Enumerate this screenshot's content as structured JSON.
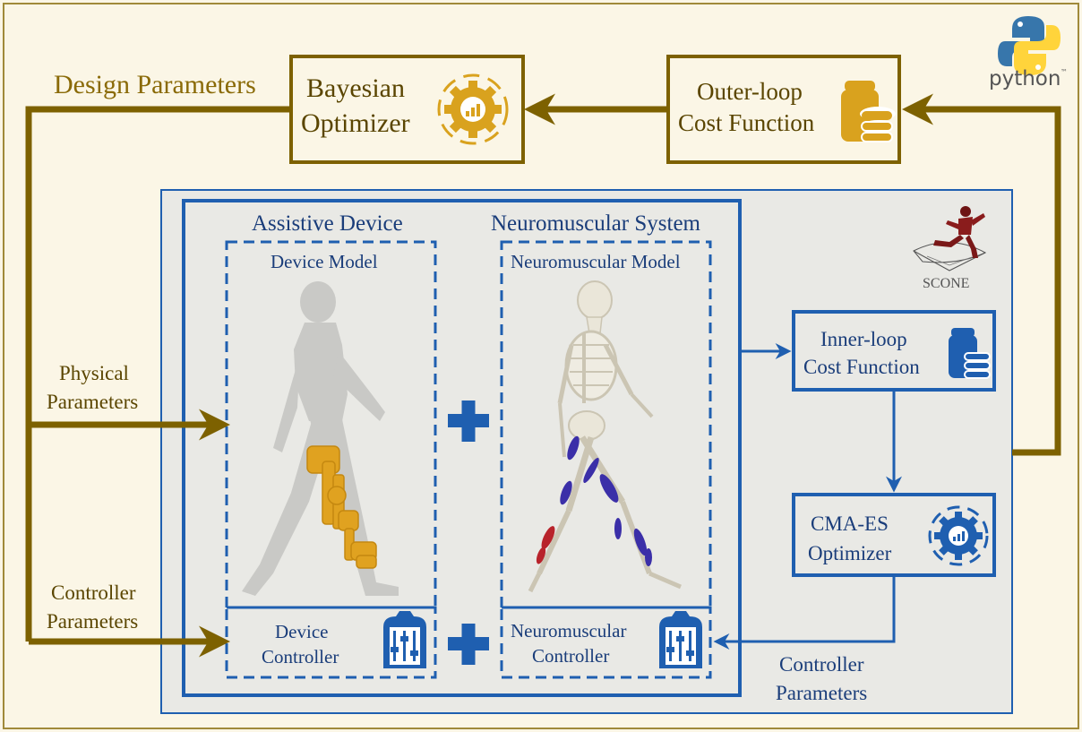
{
  "colors": {
    "gold": "#7d6100",
    "gold_accent": "#d9a21e",
    "blue": "#1f5fb0",
    "blue_dark": "#1a3d7a",
    "cream_bg": "#fbf6e6",
    "inner_bg": "#eaeae6",
    "python_blue": "#3776ab",
    "python_yellow": "#ffd43b",
    "muscle_red": "#b8232b",
    "muscle_blue": "#3b2fa8"
  },
  "outer": {
    "design_parameters": "Design Parameters",
    "bayesian_line1": "Bayesian",
    "bayesian_line2": "Optimizer",
    "outer_cost_line1": "Outer-loop",
    "outer_cost_line2": "Cost Function",
    "python_logo_text": "python",
    "python_tm": "™"
  },
  "left_labels": {
    "physical_line1": "Physical",
    "physical_line2": "Parameters",
    "controller_line1": "Controller",
    "controller_line2": "Parameters"
  },
  "inner": {
    "assistive_device": "Assistive Device",
    "neuromuscular_system": "Neuromuscular System",
    "device_model": "Device Model",
    "neuromuscular_model": "Neuromuscular Model",
    "device_controller_line1": "Device",
    "device_controller_line2": "Controller",
    "neuro_controller_line1": "Neuromuscular",
    "neuro_controller_line2": "Controller",
    "scone_label": "SCONE"
  },
  "right": {
    "inner_cost_line1": "Inner-loop",
    "inner_cost_line2": "Cost Function",
    "cmaes_line1": "CMA-ES",
    "cmaes_line2": "Optimizer",
    "controller_params_line1": "Controller",
    "controller_params_line2": "Parameters"
  },
  "icons": {
    "bayesian_icon": "gear-chart-cycle-icon",
    "outer_cost_icon": "coin-stack-icon",
    "inner_cost_icon": "coin-stack-icon",
    "cmaes_icon": "gear-chart-cycle-icon",
    "controller_icon": "equalizer-gear-icon",
    "plus_icon": "plus-icon"
  }
}
